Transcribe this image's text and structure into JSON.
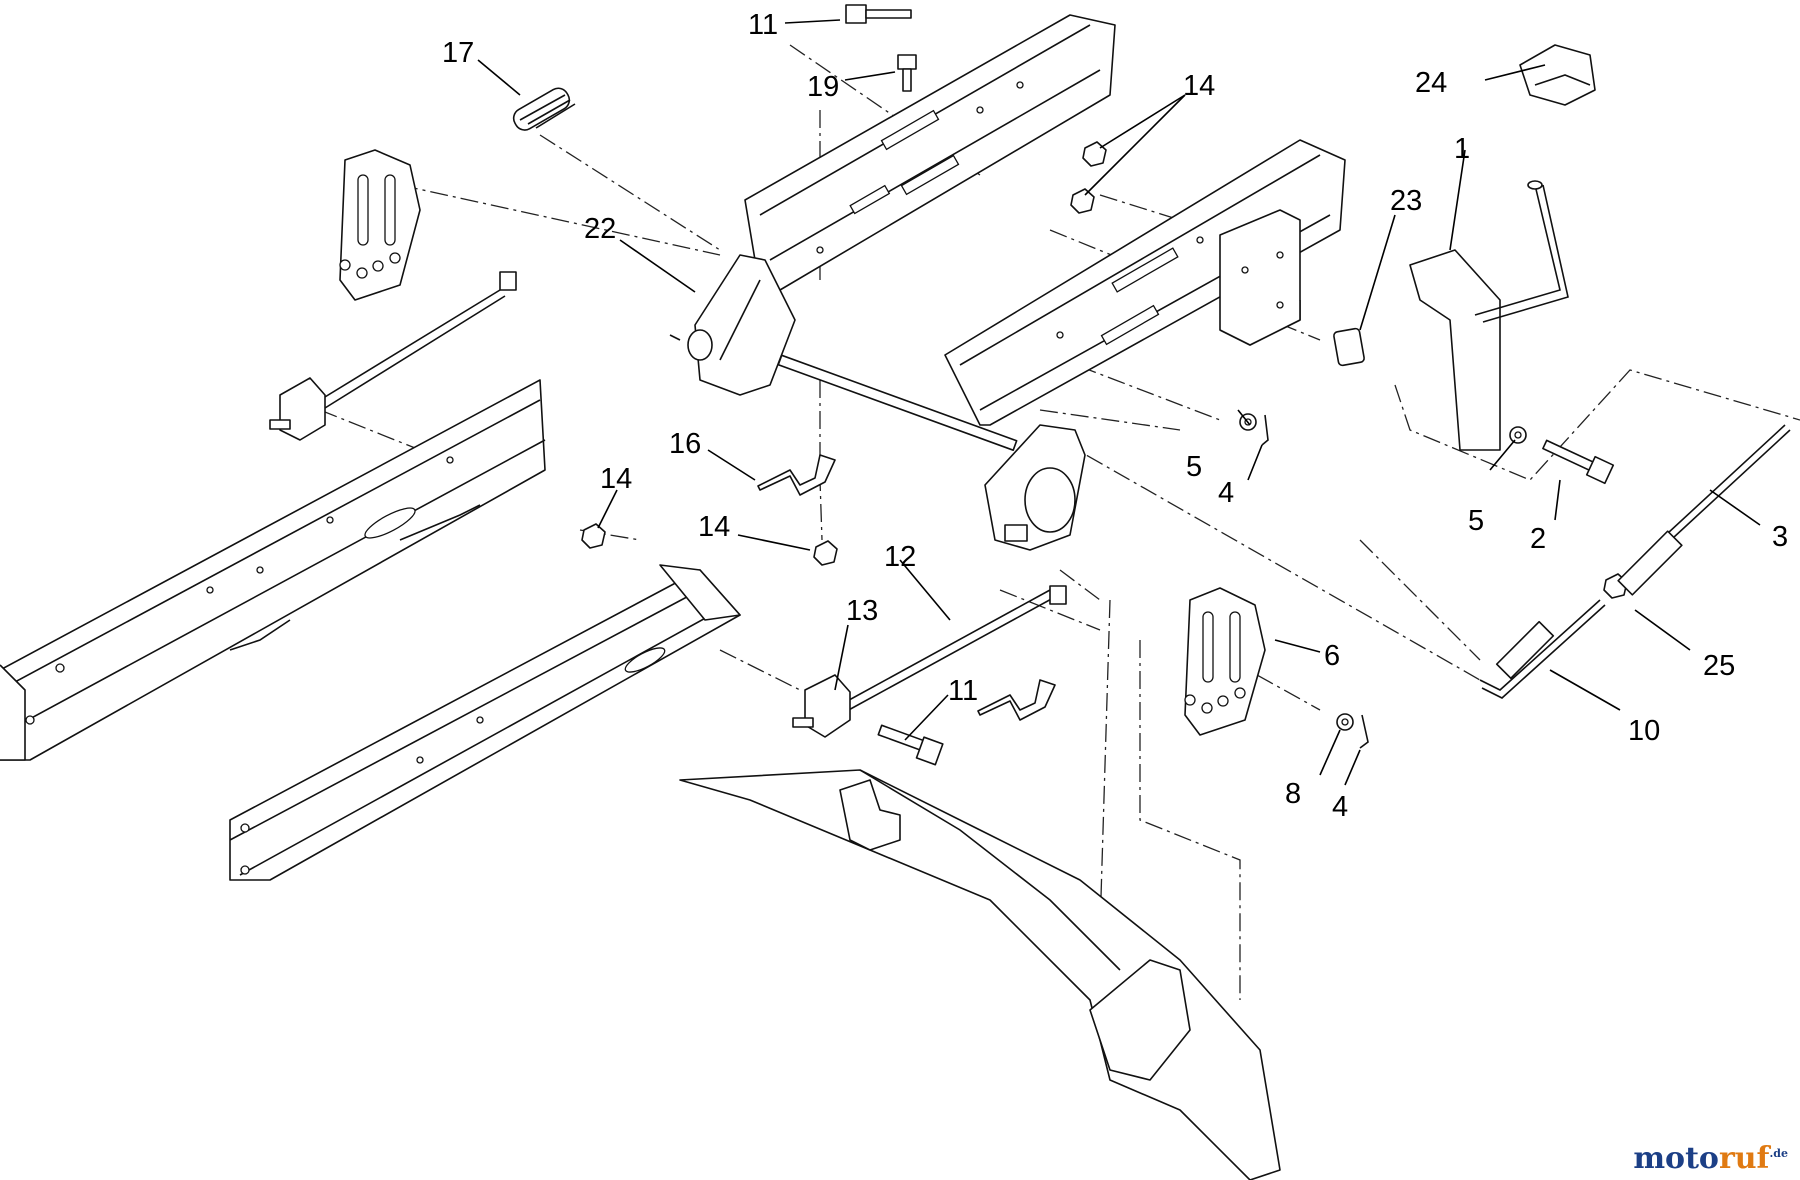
{
  "diagram": {
    "callouts": {
      "c1": "1",
      "c2": "2",
      "c3": "3",
      "c4a": "4",
      "c4b": "4",
      "c5a": "5",
      "c5b": "5",
      "c6": "6",
      "c8": "8",
      "c10": "10",
      "c11a": "11",
      "c11b": "11",
      "c12": "12",
      "c13": "13",
      "c14a": "14",
      "c14b": "14",
      "c14c": "14",
      "c16": "16",
      "c17": "17",
      "c19": "19",
      "c22": "22",
      "c23": "23",
      "c24": "24",
      "c25": "25"
    }
  },
  "watermark": {
    "part1": "moto",
    "part2": "ruf",
    "part3": ".de"
  }
}
